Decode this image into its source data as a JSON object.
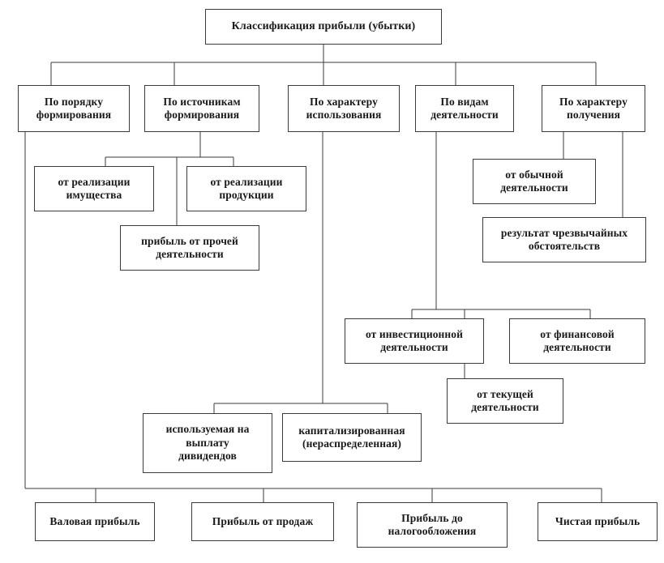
{
  "diagram": {
    "title": "Классификация прибыли (убытки)",
    "type": "tree-hierarchy",
    "language": "ru",
    "colors": {
      "background": "#ffffff",
      "box_border": "#3b3b3b",
      "box_fill": "#ffffff",
      "connector": "#3b3b3b",
      "text": "#1a1a1a"
    },
    "root": {
      "label": "Классификация прибыли (убытки)"
    },
    "categories": [
      {
        "id": "order-of-formation",
        "label": "По порядку\nформирования"
      },
      {
        "id": "sources-of-formation",
        "label": "По источникам\nформирования"
      },
      {
        "id": "nature-of-use",
        "label": "По характеру\nиспользования"
      },
      {
        "id": "types-of-activity",
        "label": "По видам\nдеятельности"
      },
      {
        "id": "nature-of-receipt",
        "label": "По характеру\nполучения"
      }
    ],
    "leaves": [
      {
        "id": "from-property-sale",
        "parent": "sources-of-formation",
        "label": "от реализации\nимущества"
      },
      {
        "id": "from-product-sale",
        "parent": "sources-of-formation",
        "label": "от реализации\nпродукции"
      },
      {
        "id": "from-other-activity",
        "parent": "sources-of-formation",
        "label": "прибыль от прочей\nдеятельности"
      },
      {
        "id": "from-ordinary-activity",
        "parent": "nature-of-receipt",
        "label": "от обычной\nдеятельности"
      },
      {
        "id": "extraordinary-result",
        "parent": "nature-of-receipt",
        "label": "результат чрезвычайных\nобстоятельств"
      },
      {
        "id": "from-investing-activity",
        "parent": "types-of-activity",
        "label": "от инвестиционной\nдеятельности"
      },
      {
        "id": "from-financing-activity",
        "parent": "types-of-activity",
        "label": "от финансовой\nдеятельности"
      },
      {
        "id": "from-operating-activity",
        "parent": "types-of-activity",
        "label": "от текущей\nдеятельности"
      },
      {
        "id": "used-for-dividends",
        "parent": "nature-of-use",
        "label": "используемая на\nвыплату\nдивидендов"
      },
      {
        "id": "capitalized-retained",
        "parent": "nature-of-use",
        "label": "капитализированная\n(нераспределенная)"
      }
    ],
    "results": [
      {
        "id": "gross-profit",
        "label": "Валовая прибыль"
      },
      {
        "id": "sales-profit",
        "label": "Прибыль от продаж"
      },
      {
        "id": "pre-tax-profit",
        "label": "Прибыль до\nналогообложения"
      },
      {
        "id": "net-profit",
        "label": "Чистая прибыль"
      }
    ]
  }
}
